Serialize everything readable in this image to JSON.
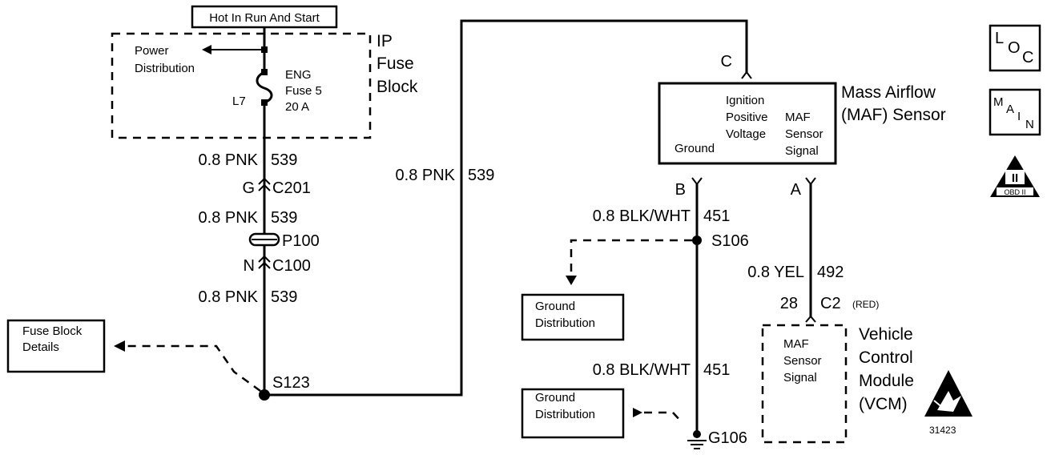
{
  "title_box": "Hot In Run And Start",
  "ip_fuse_block": {
    "label_line1": "IP",
    "label_line2": "Fuse",
    "label_line3": "Block"
  },
  "power_distribution": {
    "line1": "Power",
    "line2": "Distribution"
  },
  "fuse": {
    "id": "L7",
    "line1": "ENG",
    "line2": "Fuse 5",
    "line3": "20 A"
  },
  "left_wire": {
    "w1_gauge": "0.8 PNK",
    "w1_circuit": "539",
    "c201_pin": "G",
    "c201": "C201",
    "w2_gauge": "0.8 PNK",
    "w2_circuit": "539",
    "p100": "P100",
    "c100_pin": "N",
    "c100": "C100",
    "w3_gauge": "0.8 PNK",
    "w3_circuit": "539",
    "splice": "S123"
  },
  "fuse_block_details": {
    "line1": "Fuse Block",
    "line2": "Details"
  },
  "mid_wire": {
    "gauge": "0.8 PNK",
    "circuit": "539"
  },
  "maf_sensor": {
    "name_line1": "Mass Airflow",
    "name_line2": "(MAF) Sensor",
    "pin_c": "C",
    "pin_b": "B",
    "pin_a": "A",
    "ign_line1": "Ignition",
    "ign_line2": "Positive",
    "ign_line3": "Voltage",
    "ground": "Ground",
    "maf_line1": "MAF",
    "maf_line2": "Sensor",
    "maf_line3": "Signal"
  },
  "ground_wire": {
    "w1_gauge": "0.8 BLK/WHT",
    "w1_circuit": "451",
    "splice": "S106",
    "w2_gauge": "0.8 BLK/WHT",
    "w2_circuit": "451",
    "ground_point": "G106"
  },
  "ground_distribution_1": {
    "line1": "Ground",
    "line2": "Distribution"
  },
  "ground_distribution_2": {
    "line1": "Ground",
    "line2": "Distribution"
  },
  "signal_wire": {
    "gauge": "0.8 YEL",
    "circuit": "492",
    "pin": "28",
    "connector": "C2",
    "connector_color": "(RED)"
  },
  "vcm": {
    "inner_line1": "MAF",
    "inner_line2": "Sensor",
    "inner_line3": "Signal",
    "name_line1": "Vehicle",
    "name_line2": "Control",
    "name_line3": "Module",
    "name_line4": "(VCM)"
  },
  "icons": {
    "loc_l": "L",
    "loc_o": "O",
    "loc_c": "C",
    "main_m": "M",
    "main_a": "A",
    "main_i": "I",
    "main_n": "N",
    "obd_numeral": "II",
    "obd_text": "OBD II"
  },
  "figure_number": "31423"
}
